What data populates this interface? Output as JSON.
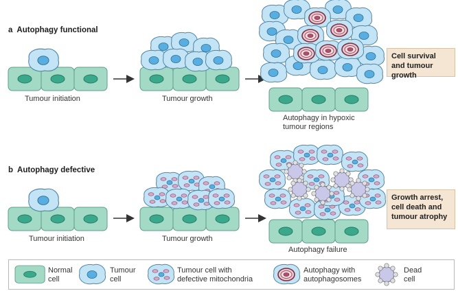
{
  "panel_a": {
    "letter": "a",
    "title": "Autophagy functional",
    "stage1_label": "Tumour initiation",
    "stage2_label": "Tumour growth",
    "stage3_label": "Autophagy in hypoxic tumour regions",
    "outcome": "Cell survival and tumour growth"
  },
  "panel_b": {
    "letter": "b",
    "title": "Autophagy defective",
    "stage1_label": "Tumour initiation",
    "stage2_label": "Tumour growth",
    "stage3_label": "Autophagy failure",
    "outcome": "Growth arrest, cell death and tumour atrophy"
  },
  "legend": {
    "normal": "Normal cell",
    "tumour": "Tumour cell",
    "defective": "Tumour cell with defective mitochondria",
    "autophagy": "Autophagy with autophagosomes",
    "dead": "Dead cell"
  },
  "colors": {
    "normal_fill": "#9fd8c4",
    "normal_nucleus": "#3aa88a",
    "tumour_fill": "#bfe2f4",
    "tumour_nucleus": "#4aa3d6",
    "autophagosome": "#b0506a",
    "dead_fill": "#c9c8e8",
    "outcome_bg": "#f4e6d3"
  }
}
